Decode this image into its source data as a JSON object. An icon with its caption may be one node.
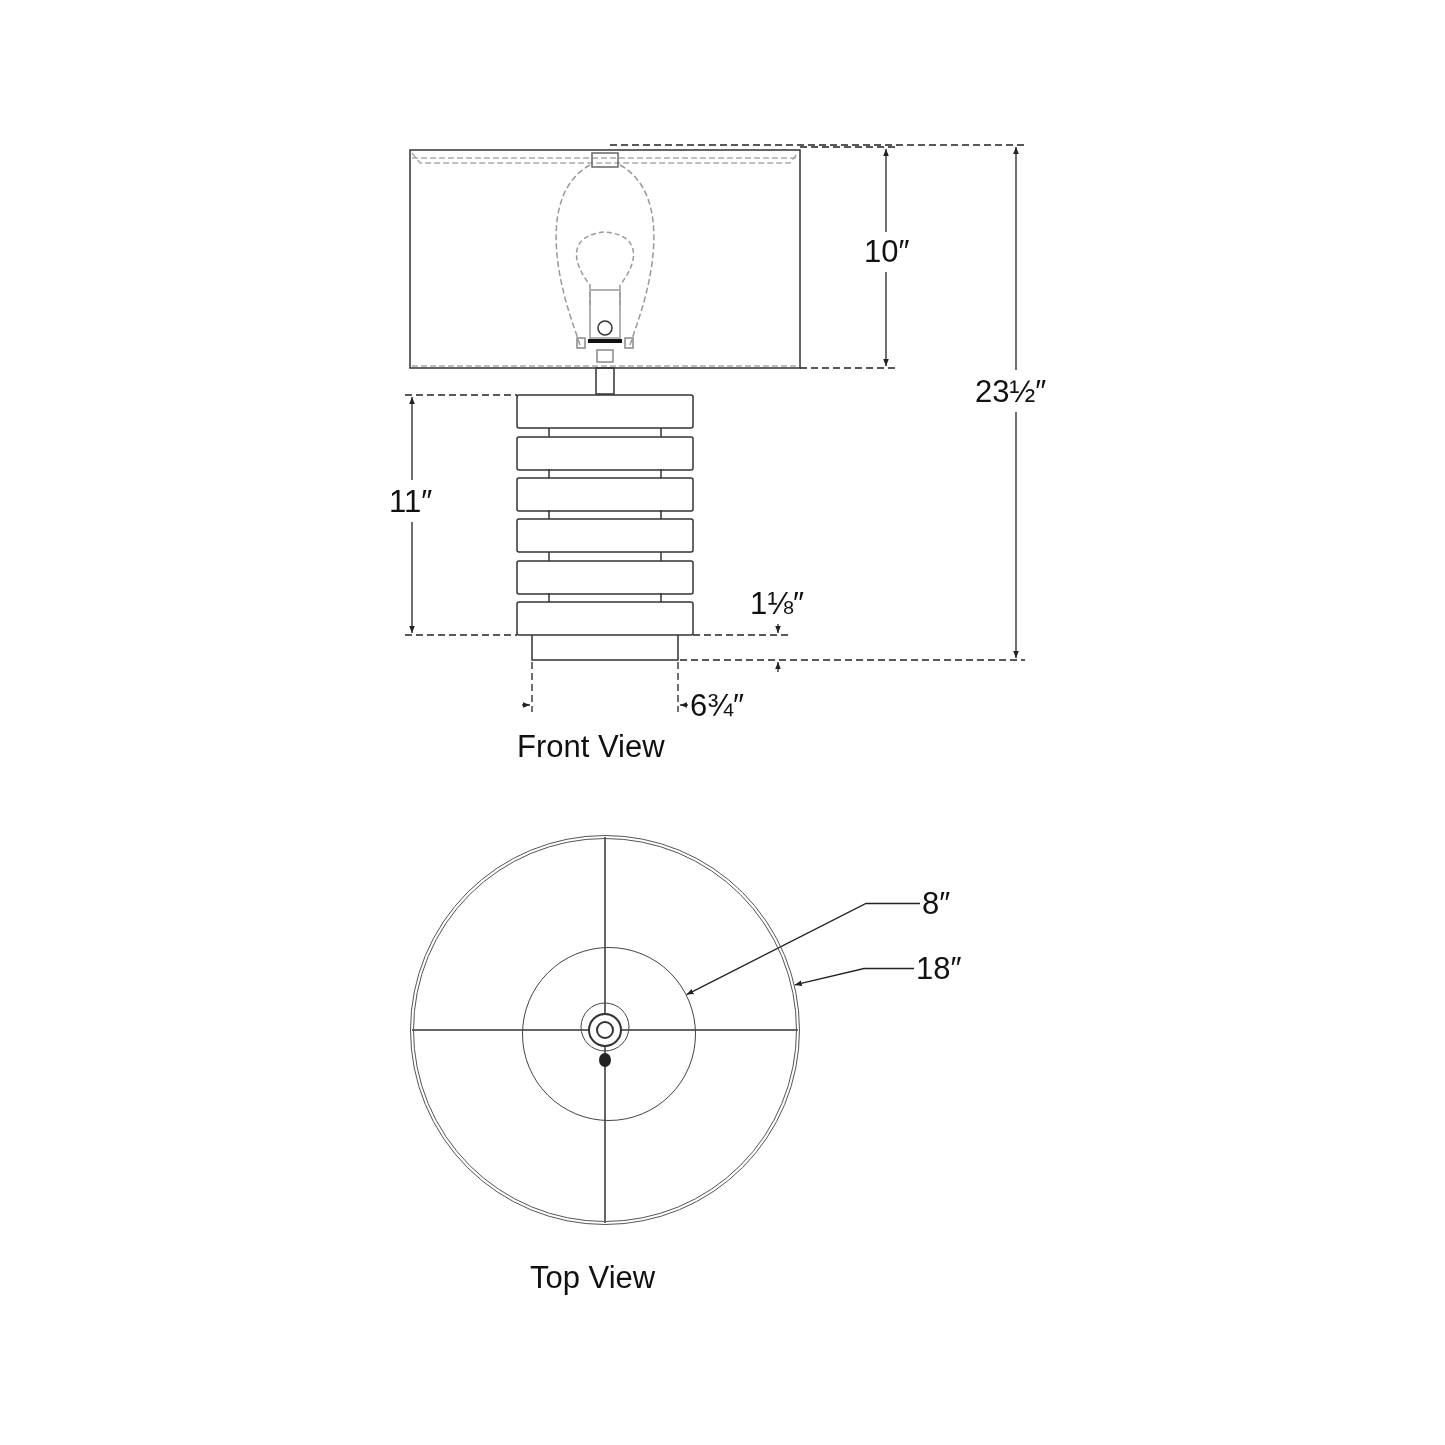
{
  "diagram": {
    "nodes": [
      {
        "text": [
          "8″"
        ]
      },
      {
        "text": [
          "18″"
        ]
      },
      {
        "text": [],
        "shape": "circle"
      },
      {
        "text": [],
        "shape": "circle",
        "in": 2
      }
    ],
    "edges": [
      {
        "from": 0,
        "to": 3,
        "arrow": "to"
      },
      {
        "from": 1,
        "to": 2,
        "arrow": "to"
      }
    ],
    "labels": [
      "10″",
      "23½″",
      "11″",
      "1⅛″",
      "6¾″",
      "Front View",
      "Top View"
    ]
  }
}
